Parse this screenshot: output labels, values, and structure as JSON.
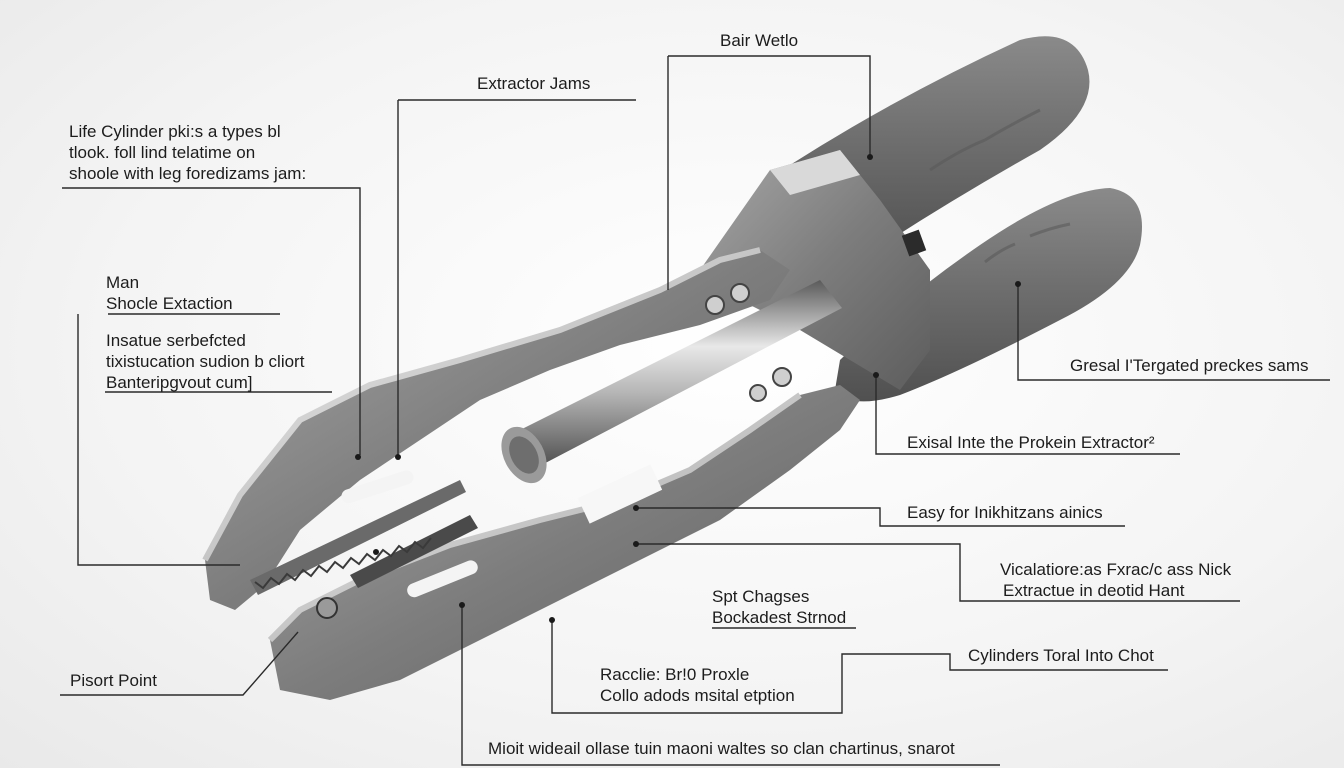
{
  "diagram": {
    "labels": {
      "bair_wetlo": "Bair Wetlo",
      "extractor_jams": "Extractor Jams",
      "life_cylinder": [
        "Life Cylinder pki:s a types bl",
        "tlook. foll lind telatime on",
        "shoole with leg foredizams jam:"
      ],
      "man_shocle": [
        "Man",
        "Shocle Extaction"
      ],
      "insatue": [
        "Insatue serbefcted",
        "tixistucation sudion b cliort",
        "Banteripgvout cum]"
      ],
      "gresal": "Gresal I'Tergated preckes sams",
      "exisal": "Exisal Inte  the  Prokein Extractor²",
      "easy": "Easy for Inikhitzans ainics",
      "vicalatiore": [
        "Vicalatiore:as  Fxrac/c ass  Nick",
        "Extractue in deotid Hant"
      ],
      "spt": [
        "Spt Chagses",
        "Bockadest Strnod"
      ],
      "cylinders": "Cylinders Toral Into Chot",
      "racclie": [
        "Racclie: Br!0 Proxle",
        "Collo adods msital etption"
      ],
      "pisort": "Pisort Point",
      "miolt": "Mioit wideail ollase tuin maoni waltes so clan chartinus, snarot"
    }
  }
}
